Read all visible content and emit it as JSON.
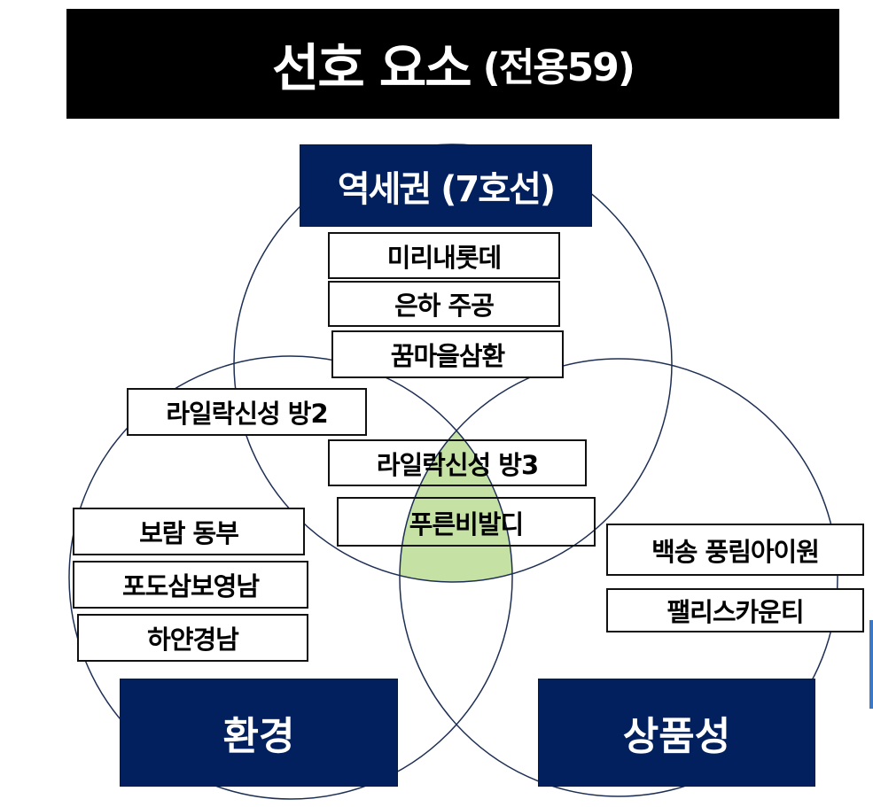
{
  "title": {
    "main": "선호 요소",
    "sub": "(전용59)"
  },
  "categories": {
    "station": "역세권 (7호선)",
    "environment": "환경",
    "product": "상품성"
  },
  "items": {
    "station_only": [
      "미리내롯데",
      "은하 주공",
      "꿈마을삼환"
    ],
    "station_environment": [
      "라일락신성 방2"
    ],
    "all_three": [
      "라일락신성 방3",
      "푸른비발디"
    ],
    "environment_only": [
      "보람 동부",
      "포도삼보영남",
      "하얀경남"
    ],
    "product_only": [
      "백송 풍림아이원",
      "팰리스카운티"
    ]
  },
  "colors": {
    "navy": "#02205e",
    "highlight": "#c5e2a4",
    "circle_stroke": "#1e2f55"
  }
}
